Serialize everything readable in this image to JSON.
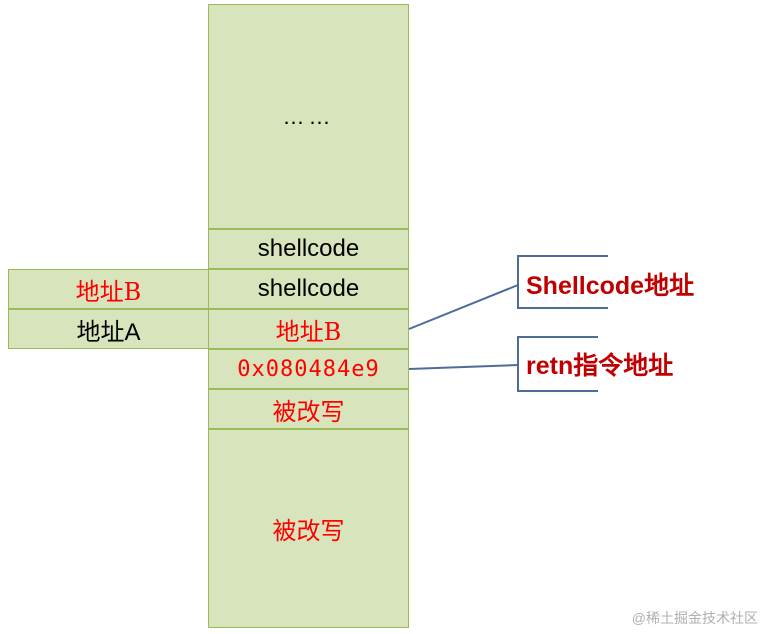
{
  "stack": {
    "dots": "……",
    "shellcode_1": "shellcode",
    "shellcode_2": "shellcode",
    "address_b": "地址B",
    "jmp_address": "0x080484e9",
    "overwritten_1": "被改写",
    "overwritten_2": "被改写"
  },
  "side": {
    "address_b": "地址B",
    "address_a": "地址A"
  },
  "callouts": {
    "shellcode_address": "Shellcode地址",
    "retn_address": "retn指令地址"
  },
  "watermark": "@稀土掘金技术社区",
  "colors": {
    "cell_fill": "#d8e4bc",
    "cell_border": "#9bbb59",
    "highlight_text": "#ff0000",
    "callout_text": "#c00000",
    "connector": "#4f6c99"
  }
}
